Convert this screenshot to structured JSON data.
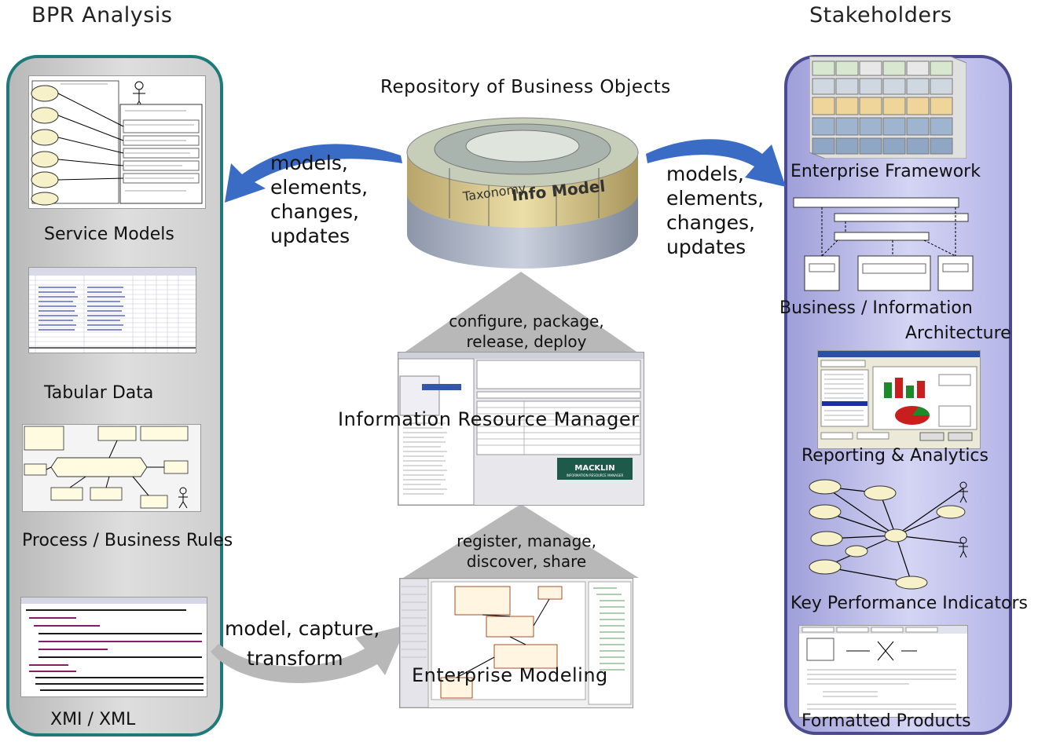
{
  "headers": {
    "left": "BPR Analysis",
    "right": "Stakeholders"
  },
  "repository_title": "Repository of Business Objects",
  "repository_disk_labels": {
    "left": "Taxonomy",
    "right": "Info Model"
  },
  "left_items": [
    "Service Models",
    "Tabular Data",
    "Process / Business Rules",
    "XMI / XML"
  ],
  "right_items": [
    "Enterprise Framework",
    "Business / Information",
    "Architecture",
    "Reporting & Analytics",
    "Key Performance Indicators",
    "Formatted Products"
  ],
  "flow_left": [
    "models,",
    "elements,",
    "changes,",
    "updates"
  ],
  "flow_right": [
    "models,",
    "elements,",
    "changes,",
    "updates"
  ],
  "flow_bottom": [
    "model, capture,",
    "transform"
  ],
  "mid_top": [
    "configure, package,",
    "release, deploy"
  ],
  "mid_bottom": [
    "register, manage,",
    "discover, share"
  ],
  "irm_label": "Information Resource Manager",
  "em_label": "Enterprise Modeling",
  "irm_logo": "MACKLIN",
  "irm_logo_sub": "INFORMATION RESOURCE MANAGER",
  "colors": {
    "left_border": "#1d7a78",
    "right_border": "#4b4a8e",
    "arrow_blue": "#3a6cc6",
    "arrow_gray": "#b8b8b8"
  }
}
